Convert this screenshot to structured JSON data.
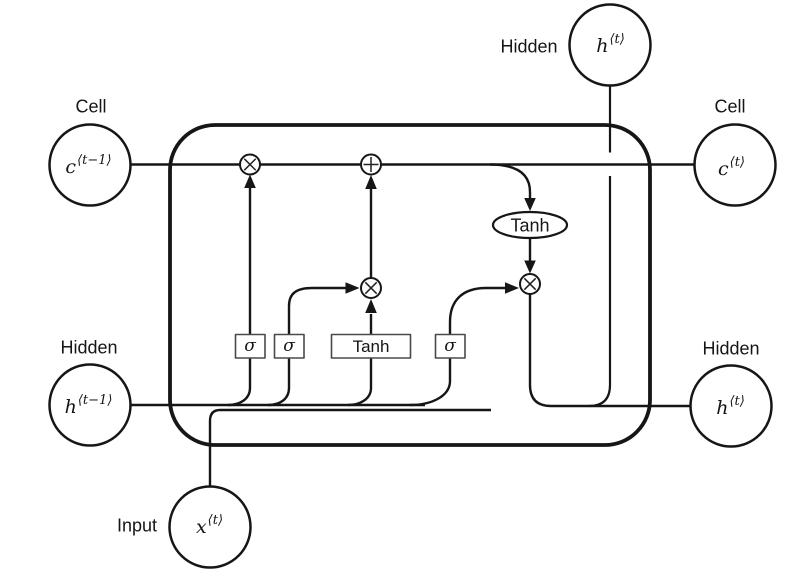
{
  "diagram": {
    "labels": {
      "cell_left": "Cell",
      "hidden_top": "Hidden",
      "cell_right": "Cell",
      "hidden_left": "Hidden",
      "hidden_right": "Hidden",
      "input": "Input"
    },
    "nodes": {
      "c_prev": {
        "base": "c",
        "sup": "⟨t−1⟩"
      },
      "h_top": {
        "base": "h",
        "sup": "⟨t⟩"
      },
      "c_out": {
        "base": "c",
        "sup": "⟨t⟩"
      },
      "h_prev": {
        "base": "h",
        "sup": "⟨t−1⟩"
      },
      "h_out": {
        "base": "h",
        "sup": "⟨t⟩"
      },
      "x_in": {
        "base": "x",
        "sup": "⟨t⟩"
      }
    },
    "gates": {
      "forget": "σ",
      "input": "σ",
      "candidate": "Tanh",
      "output": "σ"
    },
    "cell_activation": "Tanh",
    "operators": {
      "pointwise_multiply": "×",
      "pointwise_add": "+"
    },
    "colors": {
      "stroke": "#161616",
      "gate_border": "#4a4a4a",
      "background": "#ffffff"
    }
  }
}
